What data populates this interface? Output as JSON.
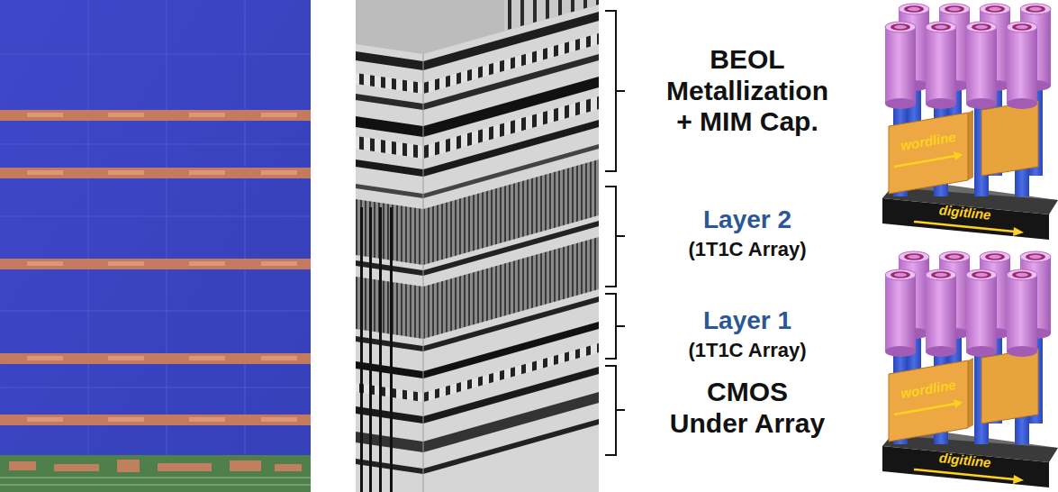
{
  "diagram": {
    "labels": [
      "BEOL Metallization + MIM Cap.",
      "Layer 2",
      "(1T1C Array)",
      "Layer 1",
      "(1T1C Array)",
      "CMOS Under Array",
      "wordline",
      "digitline",
      "wordline",
      "digitline"
    ]
  }
}
